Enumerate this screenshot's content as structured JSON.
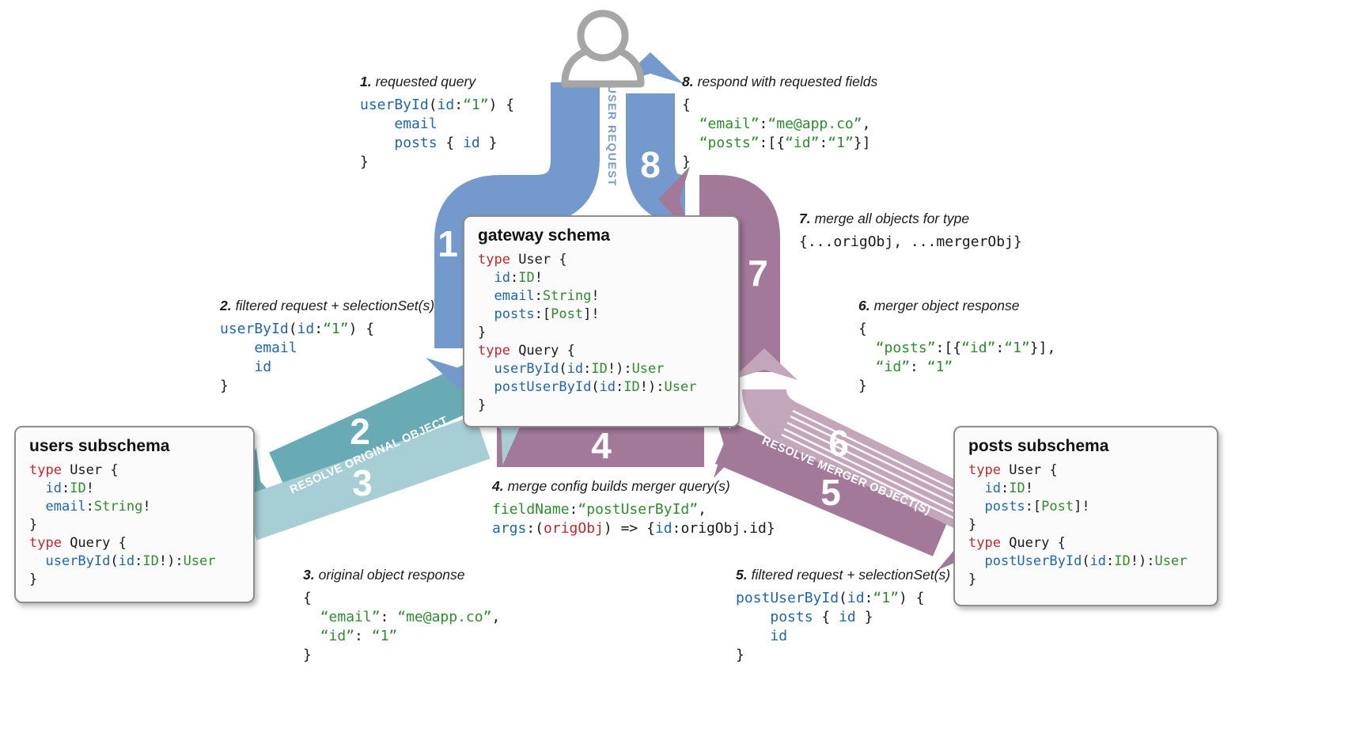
{
  "bands": {
    "numbers": [
      "1",
      "2",
      "3",
      "4",
      "5",
      "6",
      "7",
      "8"
    ],
    "labels": {
      "user_request": "USER REQUEST",
      "resolve_original": "RESOLVE ORIGINAL OBJECT",
      "resolve_merger": "RESOLVE MERGER OBJECT(S)"
    },
    "colors": {
      "blue": "#7499cd",
      "teal": "#69abb4",
      "teal_light": "#a7ced4",
      "mauve": "#a3799a",
      "mauve_light": "#c4a6ba"
    }
  },
  "icons": {
    "user": "user-silhouette"
  },
  "boxes": {
    "gateway": {
      "title": "gateway schema",
      "code": [
        [
          [
            "k",
            "type"
          ],
          [
            "p",
            " User {"
          ]
        ],
        [
          [
            "p",
            "  "
          ],
          [
            "f",
            "id"
          ],
          [
            "p",
            ":"
          ],
          [
            "t",
            "ID"
          ],
          [
            "p",
            "!"
          ]
        ],
        [
          [
            "p",
            "  "
          ],
          [
            "f",
            "email"
          ],
          [
            "p",
            ":"
          ],
          [
            "t",
            "String"
          ],
          [
            "p",
            "!"
          ]
        ],
        [
          [
            "p",
            "  "
          ],
          [
            "f",
            "posts"
          ],
          [
            "p",
            ":["
          ],
          [
            "t",
            "Post"
          ],
          [
            "p",
            "]!"
          ]
        ],
        [
          [
            "p",
            "}"
          ]
        ],
        [
          [
            "k",
            "type"
          ],
          [
            "p",
            " Query {"
          ]
        ],
        [
          [
            "p",
            "  "
          ],
          [
            "f",
            "userById"
          ],
          [
            "p",
            "("
          ],
          [
            "f",
            "id"
          ],
          [
            "p",
            ":"
          ],
          [
            "t",
            "ID"
          ],
          [
            "p",
            "!):"
          ],
          [
            "t",
            "User"
          ]
        ],
        [
          [
            "p",
            "  "
          ],
          [
            "f",
            "postUserById"
          ],
          [
            "p",
            "("
          ],
          [
            "f",
            "id"
          ],
          [
            "p",
            ":"
          ],
          [
            "t",
            "ID"
          ],
          [
            "p",
            "!):"
          ],
          [
            "t",
            "User"
          ]
        ],
        [
          [
            "p",
            "}"
          ]
        ]
      ]
    },
    "users": {
      "title": "users subschema",
      "code": [
        [
          [
            "k",
            "type"
          ],
          [
            "p",
            " User {"
          ]
        ],
        [
          [
            "p",
            "  "
          ],
          [
            "f",
            "id"
          ],
          [
            "p",
            ":"
          ],
          [
            "t",
            "ID"
          ],
          [
            "p",
            "!"
          ]
        ],
        [
          [
            "p",
            "  "
          ],
          [
            "f",
            "email"
          ],
          [
            "p",
            ":"
          ],
          [
            "t",
            "String"
          ],
          [
            "p",
            "!"
          ]
        ],
        [
          [
            "p",
            "}"
          ]
        ],
        [
          [
            "k",
            "type"
          ],
          [
            "p",
            " Query {"
          ]
        ],
        [
          [
            "p",
            "  "
          ],
          [
            "f",
            "userById"
          ],
          [
            "p",
            "("
          ],
          [
            "f",
            "id"
          ],
          [
            "p",
            ":"
          ],
          [
            "t",
            "ID"
          ],
          [
            "p",
            "!):"
          ],
          [
            "t",
            "User"
          ]
        ],
        [
          [
            "p",
            "}"
          ]
        ]
      ]
    },
    "posts": {
      "title": "posts subschema",
      "code": [
        [
          [
            "k",
            "type"
          ],
          [
            "p",
            " User {"
          ]
        ],
        [
          [
            "p",
            "  "
          ],
          [
            "f",
            "id"
          ],
          [
            "p",
            ":"
          ],
          [
            "t",
            "ID"
          ],
          [
            "p",
            "!"
          ]
        ],
        [
          [
            "p",
            "  "
          ],
          [
            "f",
            "posts"
          ],
          [
            "p",
            ":["
          ],
          [
            "t",
            "Post"
          ],
          [
            "p",
            "]!"
          ]
        ],
        [
          [
            "p",
            "}"
          ]
        ],
        [
          [
            "k",
            "type"
          ],
          [
            "p",
            " Query {"
          ]
        ],
        [
          [
            "p",
            "  "
          ],
          [
            "f",
            "postUserById"
          ],
          [
            "p",
            "("
          ],
          [
            "f",
            "id"
          ],
          [
            "p",
            ":"
          ],
          [
            "t",
            "ID"
          ],
          [
            "p",
            "!):"
          ],
          [
            "t",
            "User"
          ]
        ],
        [
          [
            "p",
            "}"
          ]
        ]
      ]
    }
  },
  "annotations": [
    {
      "num": "1.",
      "label": "requested query",
      "code": [
        [
          [
            "f",
            "userById"
          ],
          [
            "p",
            "("
          ],
          [
            "f",
            "id"
          ],
          [
            "p",
            ":"
          ],
          [
            "s",
            "“1”"
          ],
          [
            "p",
            ") {"
          ]
        ],
        [
          [
            "p",
            "    "
          ],
          [
            "f",
            "email"
          ]
        ],
        [
          [
            "p",
            "    "
          ],
          [
            "f",
            "posts"
          ],
          [
            "p",
            " { "
          ],
          [
            "f",
            "id"
          ],
          [
            "p",
            " }"
          ]
        ],
        [
          [
            "p",
            "}"
          ]
        ]
      ]
    },
    {
      "num": "2.",
      "label": "filtered request + selectionSet(s)",
      "code": [
        [
          [
            "f",
            "userById"
          ],
          [
            "p",
            "("
          ],
          [
            "f",
            "id"
          ],
          [
            "p",
            ":"
          ],
          [
            "s",
            "“1”"
          ],
          [
            "p",
            ") {"
          ]
        ],
        [
          [
            "p",
            "    "
          ],
          [
            "f",
            "email"
          ]
        ],
        [
          [
            "p",
            "    "
          ],
          [
            "f",
            "id"
          ]
        ],
        [
          [
            "p",
            "}"
          ]
        ]
      ]
    },
    {
      "num": "3.",
      "label": "original object response",
      "code": [
        [
          [
            "p",
            "{"
          ]
        ],
        [
          [
            "p",
            "  "
          ],
          [
            "s",
            "“email”"
          ],
          [
            "p",
            ": "
          ],
          [
            "s",
            "“me@app.co”"
          ],
          [
            "p",
            ","
          ]
        ],
        [
          [
            "p",
            "  "
          ],
          [
            "s",
            "“id”"
          ],
          [
            "p",
            ": "
          ],
          [
            "s",
            "“1”"
          ]
        ],
        [
          [
            "p",
            "}"
          ]
        ]
      ]
    },
    {
      "num": "4.",
      "label": "merge config builds merger query(s)",
      "code": [
        [
          [
            "t",
            "fieldName"
          ],
          [
            "p",
            ":"
          ],
          [
            "s",
            "“postUserById”"
          ],
          [
            "p",
            ","
          ]
        ],
        [
          [
            "f",
            "args"
          ],
          [
            "p",
            ":("
          ],
          [
            "k",
            "origObj"
          ],
          [
            "p",
            ") => {"
          ],
          [
            "f",
            "id"
          ],
          [
            "p",
            ":origObj.id}"
          ]
        ]
      ]
    },
    {
      "num": "5.",
      "label": "filtered request + selectionSet(s)",
      "code": [
        [
          [
            "f",
            "postUserById"
          ],
          [
            "p",
            "("
          ],
          [
            "f",
            "id"
          ],
          [
            "p",
            ":"
          ],
          [
            "s",
            "“1”"
          ],
          [
            "p",
            ") {"
          ]
        ],
        [
          [
            "p",
            "    "
          ],
          [
            "f",
            "posts"
          ],
          [
            "p",
            " { "
          ],
          [
            "f",
            "id"
          ],
          [
            "p",
            " }"
          ]
        ],
        [
          [
            "p",
            "    "
          ],
          [
            "f",
            "id"
          ]
        ],
        [
          [
            "p",
            "}"
          ]
        ]
      ]
    },
    {
      "num": "6.",
      "label": "merger object response",
      "code": [
        [
          [
            "p",
            "{"
          ]
        ],
        [
          [
            "p",
            "  "
          ],
          [
            "s",
            "“posts”"
          ],
          [
            "p",
            ":[{"
          ],
          [
            "s",
            "“id”"
          ],
          [
            "p",
            ":"
          ],
          [
            "s",
            "“1”"
          ],
          [
            "p",
            "}],"
          ]
        ],
        [
          [
            "p",
            "  "
          ],
          [
            "s",
            "“id”"
          ],
          [
            "p",
            ": "
          ],
          [
            "s",
            "“1”"
          ]
        ],
        [
          [
            "p",
            "}"
          ]
        ]
      ]
    },
    {
      "num": "7.",
      "label": "merge all objects for type",
      "code": [
        [
          [
            "p",
            "{...origObj, ...mergerObj}"
          ]
        ]
      ]
    },
    {
      "num": "8.",
      "label": "respond with requested fields",
      "code": [
        [
          [
            "p",
            "{"
          ]
        ],
        [
          [
            "p",
            "  "
          ],
          [
            "s",
            "“email”"
          ],
          [
            "p",
            ":"
          ],
          [
            "s",
            "“me@app.co”"
          ],
          [
            "p",
            ","
          ]
        ],
        [
          [
            "p",
            "  "
          ],
          [
            "s",
            "“posts”"
          ],
          [
            "p",
            ":[{"
          ],
          [
            "s",
            "“id”"
          ],
          [
            "p",
            ":"
          ],
          [
            "s",
            "“1”"
          ],
          [
            "p",
            "}]"
          ]
        ],
        [
          [
            "p",
            "}"
          ]
        ]
      ]
    }
  ]
}
